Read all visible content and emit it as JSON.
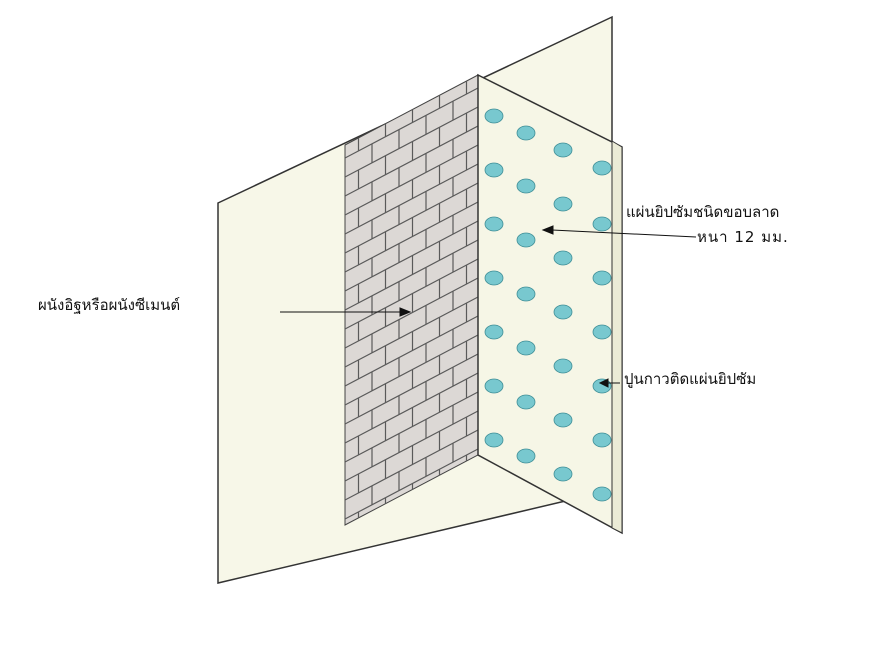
{
  "labels": {
    "brick_wall": "ผนังอิฐหรือผนังซีเมนต์",
    "gypsum_board": "แผ่นยิปซัมชนิดขอบลาด",
    "board_thickness": "หนา 12 มม.",
    "adhesive": "ปูนกาวติดแผ่นยิปซัม"
  },
  "colors": {
    "wall_surface": "#f7f7e8",
    "brick_face": "#dcd8d5",
    "brick_mortar": "#5a5a5a",
    "board_surface": "#f6f6e6",
    "adhesive_dots": "#78c8cf",
    "outline": "#333333"
  }
}
